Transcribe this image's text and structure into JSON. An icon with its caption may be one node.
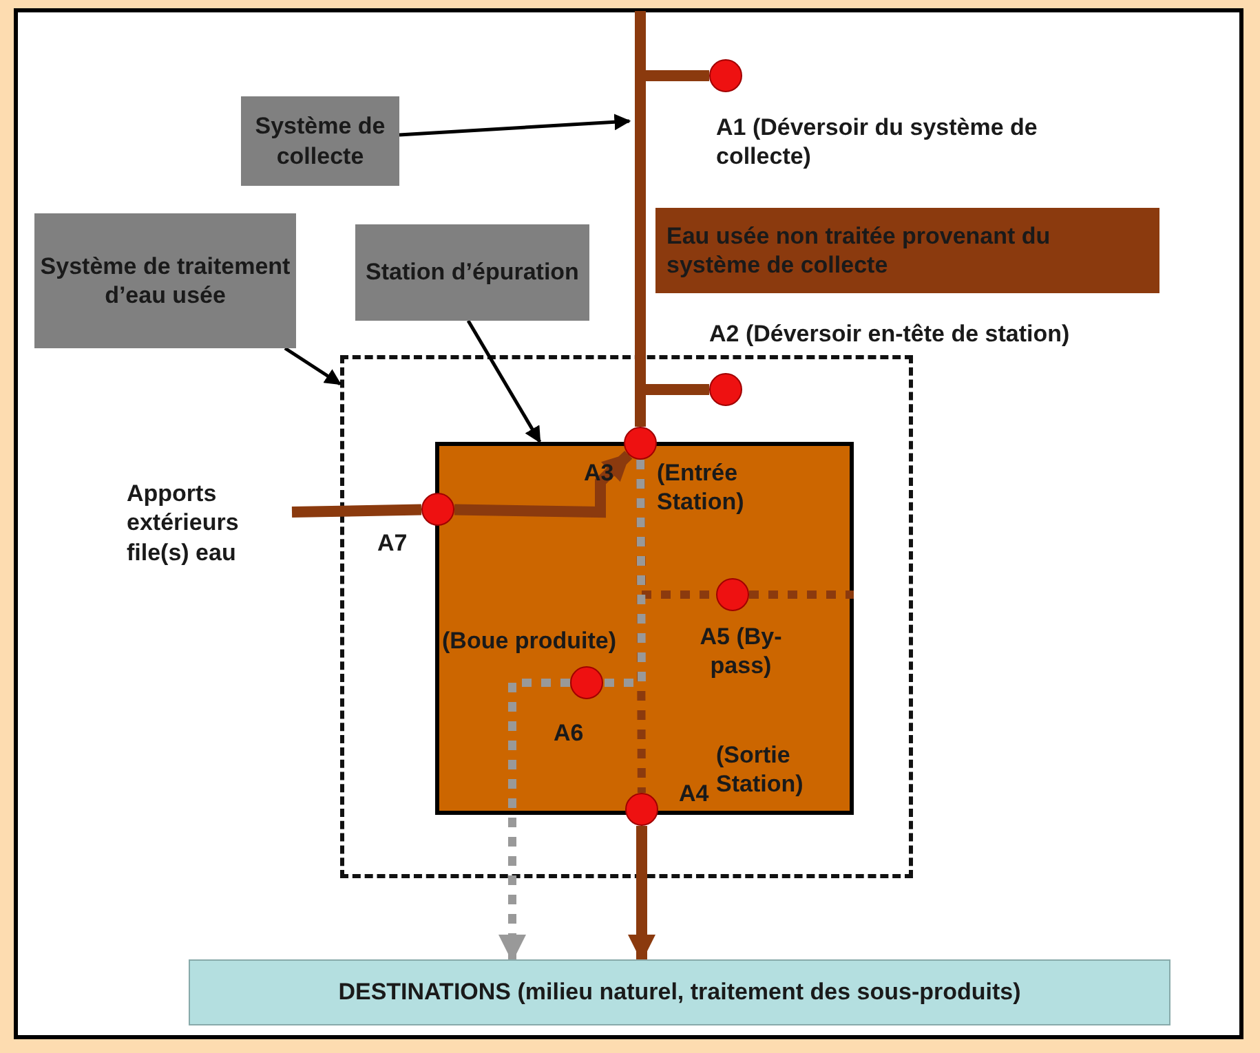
{
  "diagram": {
    "nodes": [
      {
        "text": [
          "Système de collecte"
        ]
      },
      {
        "text": [
          "Système de traitement d’eau usée"
        ]
      },
      {
        "text": [
          "Station d’épuration"
        ]
      },
      {
        "text": [
          "Eau usée non traitée provenant du système de collecte"
        ]
      },
      {
        "text": [],
        "shape": "box"
      },
      {
        "text": [],
        "shape": "box",
        "in": 4
      },
      {
        "text": [
          "Apports extérieurs file(s) eau"
        ]
      },
      {
        "text": [],
        "shape": "circle",
        "beside": [
          "A1 (Déversoir du système de collecte)"
        ]
      },
      {
        "text": [],
        "shape": "circle",
        "in": 4,
        "beside": [
          "A2 (Déversoir en-tête de station)"
        ]
      },
      {
        "text": [],
        "shape": "circle",
        "in": 4,
        "beside": [
          "A3",
          "(Entrée Station)"
        ]
      },
      {
        "text": [],
        "shape": "circle",
        "in": 4,
        "beside": [
          "A7"
        ]
      },
      {
        "text": [],
        "shape": "circle",
        "in": 5,
        "beside": [
          "A5 (By-pass)"
        ]
      },
      {
        "text": [],
        "shape": "circle",
        "in": 5,
        "beside": [
          "(Boue produite)",
          "A6"
        ]
      },
      {
        "text": [],
        "shape": "circle",
        "in": 4,
        "beside": [
          "(Sortie Station)",
          "A4"
        ]
      },
      {
        "text": [
          "DESTINATIONS (milieu naturel, traitement des sous-produits)"
        ]
      }
    ],
    "edges": [
      {
        "from": 0,
        "to": null,
        "arrow": "to",
        "color": "#000000"
      },
      {
        "from": 1,
        "to": 4,
        "arrow": "to",
        "color": "#000000"
      },
      {
        "from": 2,
        "to": 5,
        "arrow": "to",
        "color": "#000000"
      },
      {
        "from": null,
        "to": 7,
        "arrow": "none"
      },
      {
        "from": null,
        "to": 8,
        "arrow": "none"
      },
      {
        "from": null,
        "to": 9,
        "arrow": "none"
      },
      {
        "from": 6,
        "to": 10,
        "arrow": "none"
      },
      {
        "from": 10,
        "to": 9,
        "arrow": "to"
      },
      {
        "from": 9,
        "to": 13,
        "arrow": "none",
        "style": "dashed"
      },
      {
        "from": 9,
        "to": 11,
        "arrow": "none",
        "style": "dashed"
      },
      {
        "from": 11,
        "to": 5,
        "arrow": "none",
        "style": "dashed"
      },
      {
        "from": 9,
        "to": 12,
        "arrow": "none",
        "style": "dashed",
        "color": "#999999"
      },
      {
        "from": 12,
        "to": 14,
        "arrow": "to",
        "style": "dashed",
        "color": "#999999"
      },
      {
        "from": 13,
        "to": 14,
        "arrow": "to"
      }
    ]
  }
}
